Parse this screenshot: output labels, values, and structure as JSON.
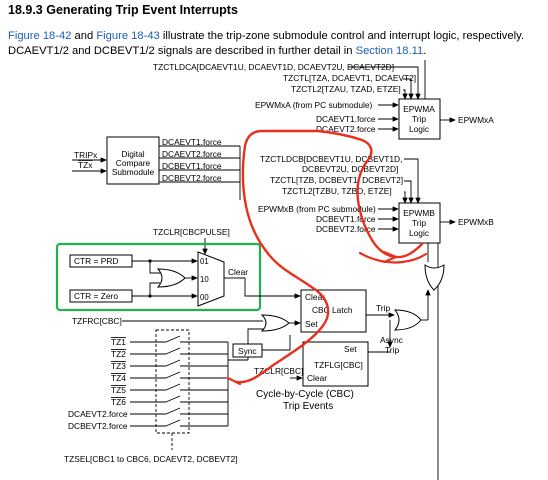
{
  "section": {
    "heading": "18.9.3 Generating Trip Event Interrupts",
    "para": {
      "link1": "Figure 18-42",
      "t1": " and ",
      "link2": "Figure 18-43",
      "t2": " illustrate the trip-zone submodule control and interrupt logic, respectively. DCAEVT1/2 and DCBEVT1/2 signals are described in further detail in ",
      "link3": "Section 18.11",
      "t3": "."
    }
  },
  "diagram": {
    "tzctldca": "TZCTLDCA[DCAEVT1U, DCAEVT1D, DCAEVT2U, DCAEVT2D]",
    "tzctl_a1": "TZCTL[TZA, DCAEVT1, DCAEVT2]",
    "tzctl2_a2": "TZCTL2[TZAU, TZAD, ETZE]",
    "epwmxa_pc": "EPWMxA (from PC submodule)",
    "a_dcevt1": "DCAEVT1.force",
    "a_dcevt2": "DCAEVT2.force",
    "epwma_l1": "EPWMA",
    "epwma_l2": "Trip",
    "epwma_l3": "Logic",
    "epwmxa_out": "EPWMxA",
    "dc_out1": "DCAEVT1.force",
    "dc_out2": "DCAEVT2.force",
    "dc_out3": "DCBEVT1.force",
    "dc_out4": "DCBEVT2.force",
    "tripx": "TRIPx",
    "tzx": "TZx",
    "dc_l1": "Digital",
    "dc_l2": "Compare",
    "dc_l3": "Submodule",
    "tzctldcb": "TZCTLDCB[DCBEVT1U, DCBEVT1D,",
    "tzctldcb2": "DCBEVT2U, DCBEVT2D]",
    "tzctl_b1": "TZCTL[TZB, DCBEVT1, DCBEVT2]",
    "tzctl2_b2": "TZCTL2[TZBU, TZBD, ETZE]",
    "epwmxb_pc": "EPWMxB (from PC submodule)",
    "b_dcevt1": "DCBEVT1.force",
    "b_dcevt2": "DCBEVT2.force",
    "epwmb_l1": "EPWMB",
    "epwmb_l2": "Trip",
    "epwmb_l3": "Logic",
    "epwmxb_out": "EPWMxB",
    "tzclr_cbcpulse": "TZCLR[CBCPULSE]",
    "ctr_prd": "CTR = PRD",
    "ctr_zero": "CTR = Zero",
    "mux_01": "01",
    "mux_10": "10",
    "mux_00": "00",
    "clear": "Clear",
    "latch_clear": "Clear",
    "latch_name": "CBC Latch",
    "latch_set": "Set",
    "trip": "Trip",
    "tzfrc": "TZFRC[CBC]",
    "sync": "Sync",
    "flag_set": "Set",
    "flag_name": "TZFLG[CBC]",
    "flag_clear": "Clear",
    "tzclr_cbc": "TZCLR[CBC]",
    "async_l1": "Async",
    "async_l2": "Trip",
    "tz1": "TZ1",
    "tz2": "TZ2",
    "tz3": "TZ3",
    "tz4": "TZ4",
    "tz5": "TZ5",
    "tz6": "TZ6",
    "sw_dcaevt2": "DCAEVT2.force",
    "sw_dcbevt2": "DCBEVT2.force",
    "cbc_l1": "Cycle-by-Cycle (CBC)",
    "cbc_l2": "Trip Events",
    "tzsel": "TZSEL[CBC1 to CBC6, DCAEVT2, DCBEVT2]"
  },
  "colors": {
    "annotation_red": "#e8301c",
    "highlight_green": "#22b14c",
    "link_blue": "#1a5fb4"
  }
}
